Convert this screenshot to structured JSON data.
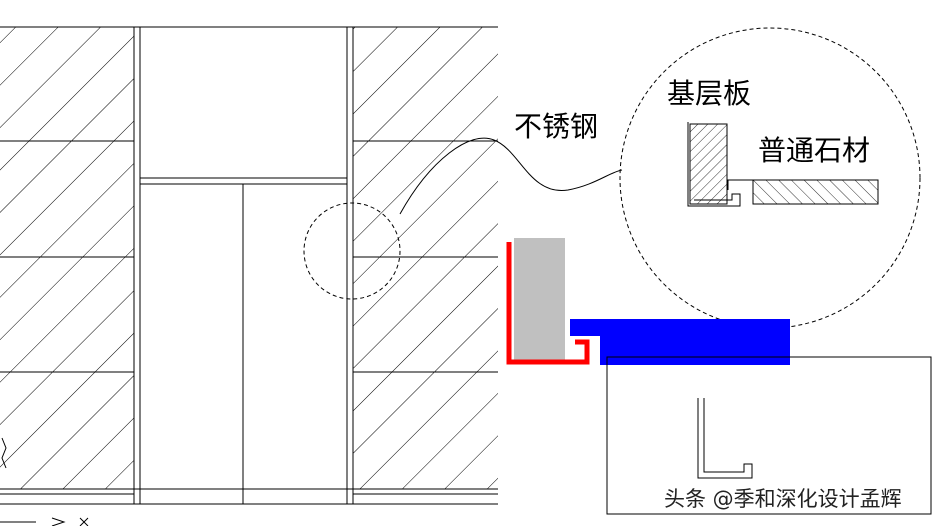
{
  "labels": {
    "stainless_steel": "不锈钢",
    "base_board": "基层板",
    "ordinary_stone": "普通石材"
  },
  "watermark": "头条 @季和深化设计孟辉",
  "colors": {
    "stainless_steel": "#ff0000",
    "base_board": "#c0c0c0",
    "stone": "#0000ff",
    "line": "#000000",
    "background": "#ffffff"
  }
}
